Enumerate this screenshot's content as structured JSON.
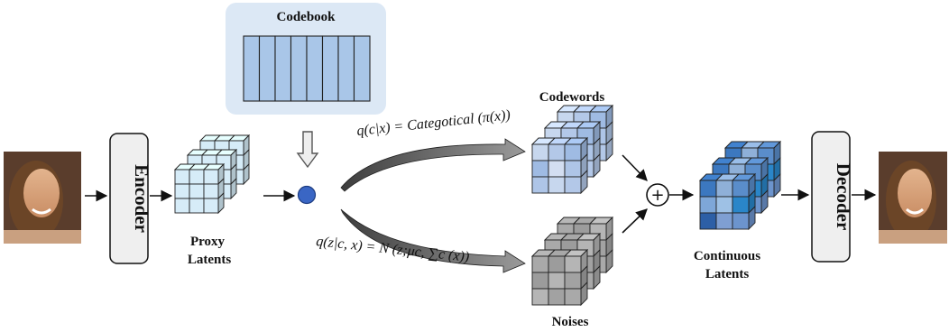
{
  "codebook": {
    "label": "Codebook",
    "slots": 8
  },
  "encoder": {
    "label": "Encoder"
  },
  "decoder": {
    "label": "Decoder"
  },
  "proxy_latents": {
    "line1": "Proxy",
    "line2": "Latents"
  },
  "codewords": {
    "label": "Codewords"
  },
  "noises": {
    "label": "Noises"
  },
  "continuous_latents": {
    "line1": "Continuous",
    "line2": "Latents"
  },
  "equations": {
    "categorical": "q(c|x) = Categotical (π(x))",
    "normal": "q(z|c, x) = N (z;μc, ∑c (x))"
  },
  "sum_symbol": "+",
  "colors": {
    "codebook_bg": "#dce8f5",
    "codebook_slot": "#a9c6e8",
    "proxy_cube": "#d6ecf8",
    "noise_cube": "#a7a7a7",
    "codeword_cube": "#b8cdea",
    "latent_dark": "#2f6db6",
    "latent_mid": "#7ea7d8",
    "latent_light": "#c7d8ee",
    "sample_node": "#3a66c4"
  },
  "icons": [
    "face-image",
    "down-arrow-icon",
    "sum-icon",
    "sample-node"
  ]
}
